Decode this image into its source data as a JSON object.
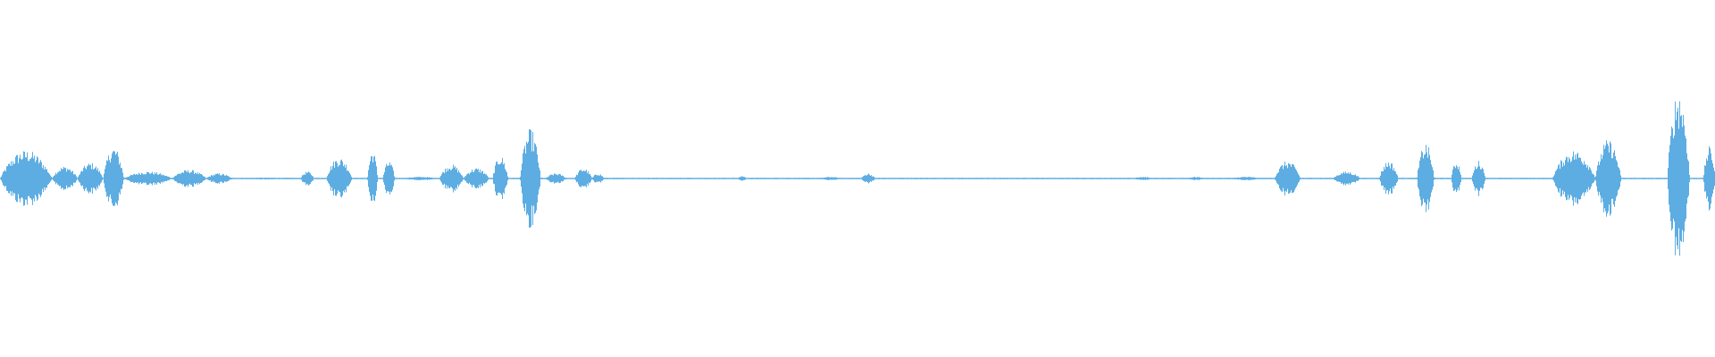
{
  "waveform": {
    "color": "#5dade2",
    "background": "#ffffff",
    "time_start": 0,
    "time_end": 1,
    "segments": [
      {
        "start": 0.0,
        "end": 0.03,
        "amp": 0.16
      },
      {
        "start": 0.03,
        "end": 0.045,
        "amp": 0.07
      },
      {
        "start": 0.045,
        "end": 0.06,
        "amp": 0.09
      },
      {
        "start": 0.06,
        "end": 0.072,
        "amp": 0.18
      },
      {
        "start": 0.072,
        "end": 0.1,
        "amp": 0.04
      },
      {
        "start": 0.1,
        "end": 0.12,
        "amp": 0.05
      },
      {
        "start": 0.12,
        "end": 0.135,
        "amp": 0.03
      },
      {
        "start": 0.135,
        "end": 0.175,
        "amp": 0.005
      },
      {
        "start": 0.175,
        "end": 0.183,
        "amp": 0.04
      },
      {
        "start": 0.19,
        "end": 0.205,
        "amp": 0.12
      },
      {
        "start": 0.214,
        "end": 0.22,
        "amp": 0.16
      },
      {
        "start": 0.223,
        "end": 0.23,
        "amp": 0.1
      },
      {
        "start": 0.235,
        "end": 0.255,
        "amp": 0.01
      },
      {
        "start": 0.256,
        "end": 0.27,
        "amp": 0.08
      },
      {
        "start": 0.27,
        "end": 0.285,
        "amp": 0.06
      },
      {
        "start": 0.287,
        "end": 0.296,
        "amp": 0.13
      },
      {
        "start": 0.303,
        "end": 0.315,
        "amp": 0.28
      },
      {
        "start": 0.318,
        "end": 0.33,
        "amp": 0.03
      },
      {
        "start": 0.335,
        "end": 0.345,
        "amp": 0.06
      },
      {
        "start": 0.345,
        "end": 0.352,
        "amp": 0.03
      },
      {
        "start": 0.43,
        "end": 0.435,
        "amp": 0.015
      },
      {
        "start": 0.478,
        "end": 0.49,
        "amp": 0.01
      },
      {
        "start": 0.502,
        "end": 0.51,
        "amp": 0.03
      },
      {
        "start": 0.66,
        "end": 0.672,
        "amp": 0.01
      },
      {
        "start": 0.692,
        "end": 0.702,
        "amp": 0.01
      },
      {
        "start": 0.718,
        "end": 0.735,
        "amp": 0.01
      },
      {
        "start": 0.743,
        "end": 0.758,
        "amp": 0.1
      },
      {
        "start": 0.777,
        "end": 0.793,
        "amp": 0.04
      },
      {
        "start": 0.804,
        "end": 0.815,
        "amp": 0.1
      },
      {
        "start": 0.826,
        "end": 0.836,
        "amp": 0.2
      },
      {
        "start": 0.846,
        "end": 0.852,
        "amp": 0.1
      },
      {
        "start": 0.858,
        "end": 0.866,
        "amp": 0.1
      },
      {
        "start": 0.905,
        "end": 0.93,
        "amp": 0.16
      },
      {
        "start": 0.93,
        "end": 0.945,
        "amp": 0.22
      },
      {
        "start": 0.972,
        "end": 0.985,
        "amp": 0.5
      },
      {
        "start": 0.993,
        "end": 1.0,
        "amp": 0.18
      }
    ],
    "baseline_amp": 0.004
  }
}
